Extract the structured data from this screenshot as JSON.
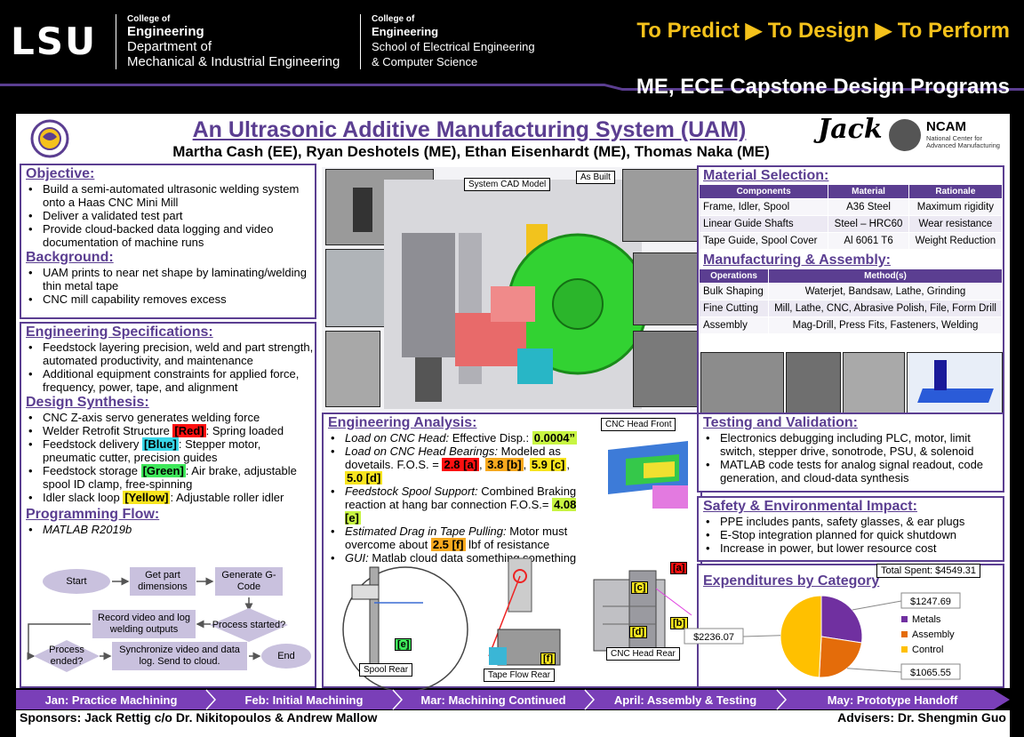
{
  "header": {
    "logo": "LSU",
    "dept1_college": "College of",
    "dept1_engineering": "Engineering",
    "dept1_line1": "Department of",
    "dept1_line2": "Mechanical & Industrial Engineering",
    "dept2_college": "College of",
    "dept2_engineering": "Engineering",
    "dept2_line1": "School of Electrical Engineering",
    "dept2_line2": "& Computer Science",
    "tagline": "To Predict ▶ To Design ▶ To Perform",
    "program": "ME, ECE Capstone Design Programs"
  },
  "poster": {
    "title": "An Ultrasonic Additive Manufacturing System (UAM)",
    "authors": "Martha Cash (EE), Ryan Deshotels (ME), Ethan Eisenhardt (ME), Thomas Naka (ME)",
    "jack_logo": "Jack",
    "ncam_name": "NCAM",
    "ncam_sub1": "National Center for",
    "ncam_sub2": "Advanced Manufacturing"
  },
  "objective": {
    "title": "Objective:",
    "items": [
      "Build a semi-automated ultrasonic welding system onto a Haas CNC Mini Mill",
      "Deliver a validated test part",
      "Provide cloud-backed data logging and video documentation of machine runs"
    ]
  },
  "background": {
    "title": "Background:",
    "items": [
      "UAM prints to near net shape by laminating/welding thin metal tape",
      "CNC mill capability removes excess"
    ]
  },
  "eng_spec": {
    "title": "Engineering Specifications:",
    "items": [
      "Feedstock layering precision, weld and part strength, automated productivity, and maintenance",
      "Additional equipment constraints for applied force, frequency, power, tape, and alignment"
    ]
  },
  "design": {
    "title": "Design Synthesis:",
    "item1": "CNC Z-axis servo generates welding force",
    "item2_a": "Welder Retrofit Structure ",
    "item2_tag": "[Red]",
    "item2_b": ": Spring loaded",
    "item3_a": "Feedstock delivery ",
    "item3_tag": "[Blue]",
    "item3_b": ": Stepper motor, pneumatic cutter, precision guides",
    "item4_a": "Feedstock storage ",
    "item4_tag": "[Green]",
    "item4_b": ": Air brake, adjustable spool ID clamp, free-spinning",
    "item5_a": "Idler slack loop ",
    "item5_tag": "[Yellow]",
    "item5_b": ": Adjustable roller idler"
  },
  "programming": {
    "title": "Programming Flow:",
    "item": "MATLAB R2019b",
    "nodes": {
      "start": "Start",
      "get_part": "Get part dimensions",
      "gen_gcode": "Generate G-Code",
      "proc_started": "Process started?",
      "record": "Record video and log welding outputs",
      "proc_ended": "Process ended?",
      "sync": "Synchronize video and data log. Send to cloud.",
      "end": "End"
    }
  },
  "images": {
    "cad_caption": "System CAD Model",
    "built_caption": "As Built"
  },
  "analysis": {
    "title": "Engineering Analysis:",
    "a1_label": "Load on CNC Head:",
    "a1_text": " Effective Disp.: ",
    "a1_val": "0.0004”",
    "a2_label": "Load on CNC Head Bearings:",
    "a2_text": " Modeled as dovetails. F.O.S. = ",
    "a2_v1": "2.8 [a]",
    "a2_v2": "3.8 [b]",
    "a2_v3": "5.9 [c]",
    "a2_v4": "5.0 [d]",
    "a3_label": "Feedstock Spool Support:",
    "a3_text": " Combined Braking reaction at hang bar connection F.O.S.= ",
    "a3_val": "4.08 [e]",
    "a4_label": "Estimated Drag in Tape Pulling:",
    "a4_text": " Motor must overcome about ",
    "a4_val": "2.5 [f]",
    "a4_tail": " lbf of resistance",
    "a5_label": "GUI:",
    "a5_text": " Matlab cloud data something something",
    "fig_front": "CNC Head Front",
    "fig_spool": "Spool Rear",
    "fig_tape": "Tape Flow Rear",
    "fig_cnc_rear": "CNC Head Rear",
    "tag_a": "[a]",
    "tag_b": "[b]",
    "tag_c": "[c]",
    "tag_d": "[d]",
    "tag_e": "[e]",
    "tag_f": "[f]"
  },
  "material": {
    "title": "Material Selection:",
    "headers": [
      "Components",
      "Material",
      "Rationale"
    ],
    "rows": [
      [
        "Frame, Idler, Spool",
        "A36 Steel",
        "Maximum rigidity"
      ],
      [
        "Linear Guide Shafts",
        "Steel – HRC60",
        "Wear resistance"
      ],
      [
        "Tape Guide, Spool Cover",
        "Al 6061 T6",
        "Weight Reduction"
      ]
    ]
  },
  "manufacturing": {
    "title": "Manufacturing & Assembly:",
    "headers": [
      "Operations",
      "Method(s)"
    ],
    "rows": [
      [
        "Bulk Shaping",
        "Waterjet, Bandsaw, Lathe, Grinding"
      ],
      [
        "Fine Cutting",
        "Mill, Lathe, CNC, Abrasive Polish, File, Form Drill"
      ],
      [
        "Assembly",
        "Mag-Drill, Press Fits, Fasteners, Welding"
      ]
    ]
  },
  "testing": {
    "title": "Testing and Validation:",
    "items": [
      "Electronics debugging including PLC, motor, limit switch, stepper drive, sonotrode, PSU, & solenoid",
      "MATLAB code tests for analog signal readout, code generation, and cloud-data synthesis"
    ]
  },
  "safety": {
    "title": "Safety & Environmental Impact:",
    "items": [
      "PPE includes pants, safety glasses, & ear plugs",
      "E-Stop integration planned for quick shutdown",
      "Increase in power, but lower resource cost"
    ]
  },
  "expenditures": {
    "title": "Expenditures by Category",
    "total": "Total Spent: $4549.31"
  },
  "chart_data": {
    "type": "pie",
    "title": "Expenditures by Category",
    "categories": [
      "Metals",
      "Assembly",
      "Control"
    ],
    "values": [
      1247.69,
      1065.55,
      2236.07
    ],
    "labels": [
      "$1247.69",
      "$1065.55",
      "$2236.07"
    ],
    "colors": [
      "#7030a0",
      "#e46c0a",
      "#ffc000"
    ],
    "legend": "right"
  },
  "timeline": [
    "Jan: Practice Machining",
    "Feb: Initial Machining",
    "Mar: Machining Continued",
    "April: Assembly & Testing",
    "May: Prototype Handoff"
  ],
  "footer": {
    "sponsors": "Sponsors: Jack Rettig c/o Dr. Nikitopoulos & Andrew Mallow",
    "advisers": "Advisers: Dr. Shengmin Guo"
  },
  "colors": {
    "purple": "#5b3e91",
    "gold": "#f5c21b"
  }
}
